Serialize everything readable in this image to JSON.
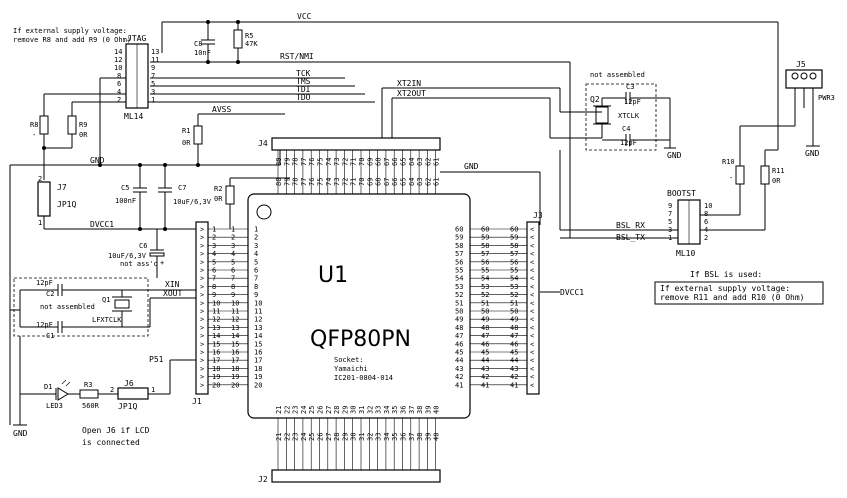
{
  "notes": {
    "supply_note_1": "If external supply voltage:",
    "supply_note_2": "remove R8 and add R9 (0 Ohm)",
    "not_assembled_top": "not assembled",
    "not_assembled_left": "not assembled",
    "bsl_used": "If BSL is used:",
    "bsl_note_1": "If external supply voltage:",
    "bsl_note_2": "remove R11 and add R10 (0 Ohm)",
    "lcd_note_1": "Open J6 if LCD",
    "lcd_note_2": "is connected"
  },
  "nets": {
    "vcc": "VCC",
    "rst": "RST/NMI",
    "tck": "TCK",
    "tms": "TMS",
    "tdi": "TDI",
    "tdo": "TDO",
    "avss": "AVSS",
    "gnd": "GND",
    "gnd2": "GND",
    "dvcc1": "DVCC1",
    "dvcc1_right": "DVCC1",
    "xt2in": "XT2IN",
    "xt2out": "XT2OUT",
    "xin": "XIN",
    "xout": "XOUT",
    "bsl_rx": "BSL_RX",
    "bsl_tx": "BSL_TX",
    "p51": "P51",
    "gnd_left": "GND",
    "gnd_c": "GND",
    "gnd_j5": "GND"
  },
  "components": {
    "jtag": "JTAG",
    "ml14": "ML14",
    "c8": "C8",
    "c8_val": "10nF",
    "r5": "R5",
    "r5_val": "47K",
    "r8": "R8",
    "r8_val": "-",
    "r9": "R9",
    "r9_val": "0R",
    "r1": "R1",
    "r1_val": "0R",
    "r2": "R2",
    "r2_val": "0R",
    "j7": "J7",
    "jp1q_j7": "JP1Q",
    "c5": "C5",
    "c5_val": "100nF",
    "c7": "C7",
    "c7_val": "10uF/6,3V",
    "c6": "C6",
    "c6_val": "10uF/6,3V",
    "c6_note": "not ass'd",
    "j4": "J4",
    "j1": "J1",
    "j2": "J2",
    "j3": "J3",
    "j5": "J5",
    "pwr3": "PWR3",
    "q2": "Q2",
    "c3": "C3",
    "c3_val": "12pF",
    "xtclk": "XTCLK",
    "c4": "C4",
    "c4_val": "12pF",
    "r10": "R10",
    "r10_val": "-",
    "r11": "R11",
    "r11_val": "0R",
    "bootst": "BOOTST",
    "ml10": "ML10",
    "c2": "C2",
    "c2_val": "12pF",
    "q1": "Q1",
    "lfxtclk": "LFXTCLK",
    "c1": "C1",
    "c1_val": "12pF",
    "d1": "D1",
    "led3": "LED3",
    "r3": "R3",
    "r3_val": "560R",
    "j6": "J6",
    "jp1q_j6": "JP1Q",
    "u1": "U1",
    "package": "QFP80PN",
    "socket_1": "Socket:",
    "socket_2": "Yamaichi",
    "socket_3": "IC201-0804-014"
  }
}
